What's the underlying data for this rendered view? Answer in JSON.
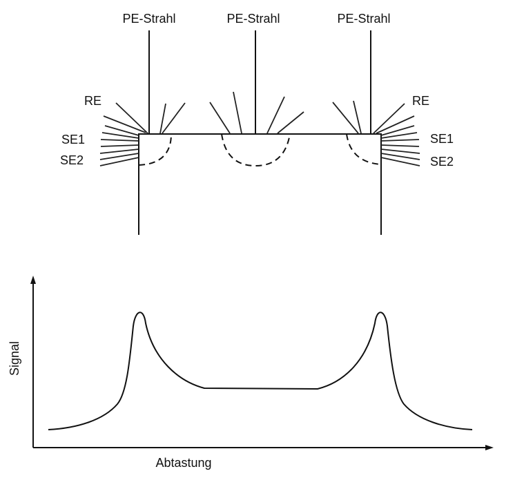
{
  "labels": {
    "beam": "PE-Strahl",
    "re": "RE",
    "se1": "SE1",
    "se2": "SE2",
    "y_axis": "Signal",
    "x_axis": "Abtastung"
  }
}
